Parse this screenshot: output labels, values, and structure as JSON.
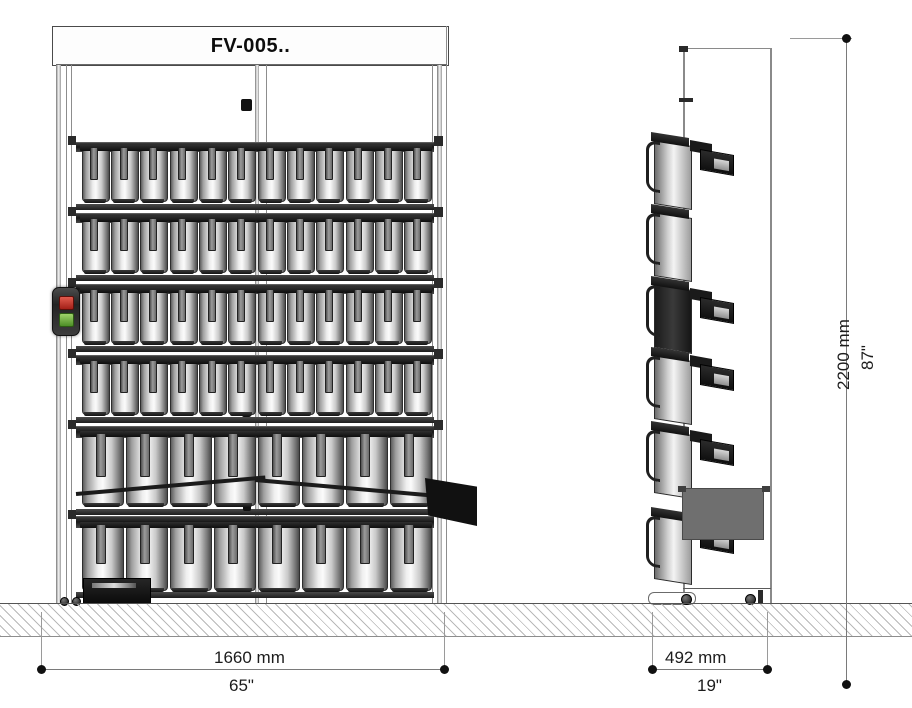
{
  "drawing": {
    "title_sign": "FV-005..",
    "background_color": "#ffffff",
    "line_color": "#6a6a6a",
    "accent_colors": {
      "button_stop": "#a32018",
      "button_start": "#4d8f27",
      "bin_gray": "#6f6f6f",
      "metal_dark": "#1d1d1d"
    }
  },
  "views": {
    "front": {
      "name": "front-elevation",
      "rows": [
        {
          "index": 1,
          "vessel_count": 12,
          "size": "small"
        },
        {
          "index": 2,
          "vessel_count": 12,
          "size": "small"
        },
        {
          "index": 3,
          "vessel_count": 12,
          "size": "small"
        },
        {
          "index": 4,
          "vessel_count": 12,
          "size": "small"
        },
        {
          "index": 5,
          "vessel_count": 8,
          "size": "large"
        },
        {
          "index": 6,
          "vessel_count": 8,
          "size": "large"
        }
      ]
    },
    "side": {
      "name": "side-elevation",
      "vessel_count": 6,
      "tag_count": 5
    }
  },
  "control_panel": {
    "stop_button_label": "",
    "start_button_label": ""
  },
  "dimensions": {
    "width": {
      "mm": "1660 mm",
      "inch": "65\""
    },
    "depth": {
      "mm": "492 mm",
      "inch": "19\""
    },
    "height": {
      "mm": "2200 mm",
      "inch": "87\""
    }
  }
}
